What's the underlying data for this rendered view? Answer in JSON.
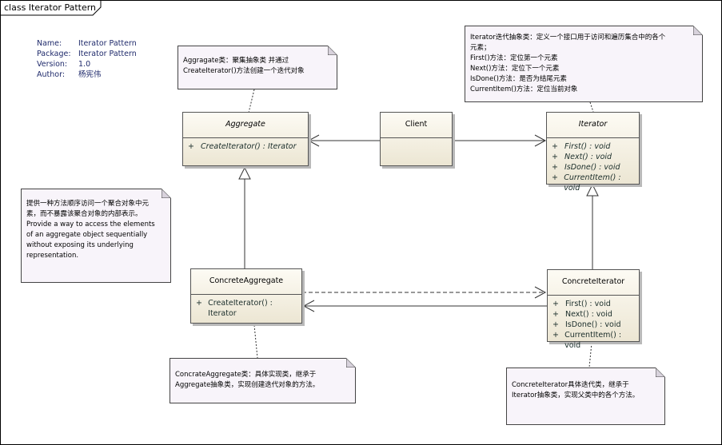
{
  "frame": {
    "title": "class Iterator Pattern"
  },
  "meta": [
    {
      "key": "Name:",
      "value": "Iterator Pattern"
    },
    {
      "key": "Package:",
      "value": "Iterator Pattern"
    },
    {
      "key": "Version:",
      "value": "1.0"
    },
    {
      "key": "Author:",
      "value": "杨宪伟"
    }
  ],
  "classes": {
    "aggregate": {
      "name": "Aggregate",
      "ops": [
        {
          "vis": "+",
          "text": "CreateIterator() : Iterator"
        }
      ]
    },
    "client": {
      "name": "Client"
    },
    "iterator": {
      "name": "Iterator",
      "ops": [
        {
          "vis": "+",
          "text": "First() : void"
        },
        {
          "vis": "+",
          "text": "Next() : void"
        },
        {
          "vis": "+",
          "text": "IsDone() : void"
        },
        {
          "vis": "+",
          "text": "CurrentItem() : void"
        }
      ]
    },
    "concrete_aggregate": {
      "name": "ConcreteAggregate",
      "ops": [
        {
          "vis": "+",
          "text": "CreateIterator() : Iterator"
        }
      ]
    },
    "concrete_iterator": {
      "name": "ConcreteIterator",
      "ops": [
        {
          "vis": "+",
          "text": "First() : void"
        },
        {
          "vis": "+",
          "text": "Next() : void"
        },
        {
          "vis": "+",
          "text": "IsDone() : void"
        },
        {
          "vis": "+",
          "text": "CurrentItem() : void"
        }
      ]
    }
  },
  "notes": {
    "aggregate": [
      "Aggragate类：聚集抽象类 并通过",
      "CreateIterator()方法创建一个迭代对象"
    ],
    "iterator": [
      "Iterator迭代抽象类：定义一个接口用于访问和遍历集合中的各个",
      "元素；",
      "First()方法：定位第一个元素",
      "Next()方法：定位下一个元素",
      "IsDone()方法：是否为结尾元素",
      "CurrentItem()方法：定位当前对象"
    ],
    "intent": [
      "提供一种方法顺序访问一个聚合对象中元",
      "素，而不暴露该聚合对象的内部表示。",
      "Provide a way to access the elements",
      "of an aggregate object sequentially",
      "without exposing its underlying",
      "representation."
    ],
    "concrete_aggregate": [
      "ConcrateAggregate类：具体实现类，继承于",
      "Aggregate抽象类，实现创建迭代对象的方法。"
    ],
    "concrete_iterator": [
      "ConcreteIterator具体迭代类，继承于",
      "Iterator抽象类，实现父类中的各个方法。"
    ]
  }
}
